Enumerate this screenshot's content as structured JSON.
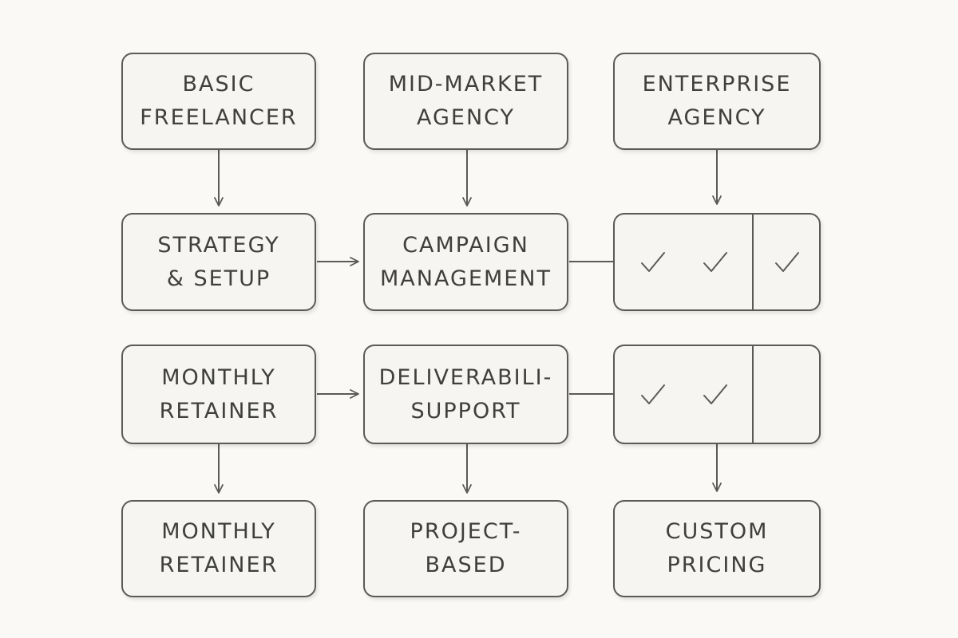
{
  "diagram": {
    "tiers": [
      {
        "line1": "BASIC",
        "line2": "FREELANCER"
      },
      {
        "line1": "MID-MARKET",
        "line2": "AGENCY"
      },
      {
        "line1": "ENTERPRISE",
        "line2": "AGENCY"
      }
    ],
    "services": [
      {
        "line1": "STRATEGY",
        "line2": "& SETUP"
      },
      {
        "line1": "CAMPAIGN",
        "line2": "MANAGEMENT"
      },
      {
        "line1": "MONTHLY",
        "line2": "RETAINER"
      },
      {
        "line1": "DELIVERABILI-",
        "line2": "SUPPORT"
      }
    ],
    "pricing": [
      {
        "line1": "MONTHLY",
        "line2": "RETAINER"
      },
      {
        "line1": "PROJECT-",
        "line2": "BASED"
      },
      {
        "line1": "CUSTOM",
        "line2": "PRICING"
      }
    ],
    "check_rows": [
      {
        "left_checks": 2,
        "right_checks": 1
      },
      {
        "left_checks": 2,
        "right_checks": 0
      }
    ],
    "icons": {
      "check": "checkmark-icon",
      "arrow": "arrow-right-icon"
    },
    "colors": {
      "stroke": "#5a5a57",
      "box_fill": "#f6f5f1",
      "background": "#faf9f5",
      "text": "#3f3f3c"
    }
  }
}
